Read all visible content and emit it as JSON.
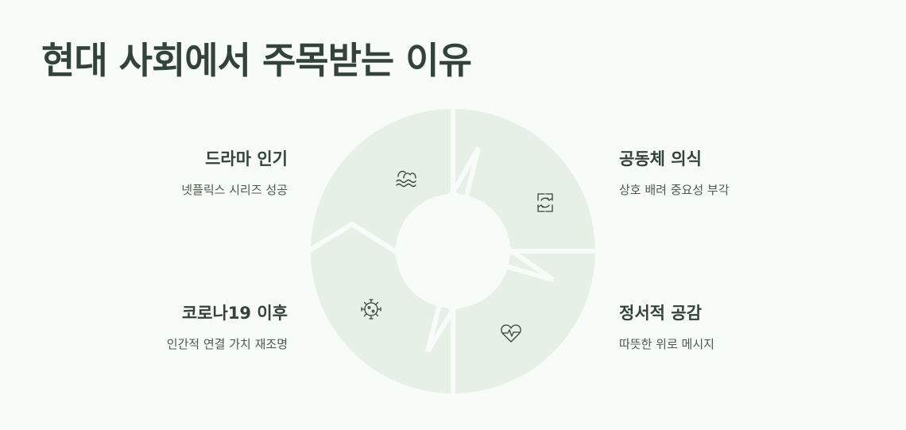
{
  "title": "현대 사회에서 주목받는 이유",
  "colors": {
    "background": "#f8fcf8",
    "segment_fill": "#e6f0e6",
    "text_dark": "#33423a",
    "icon": "#34433a"
  },
  "segments": [
    {
      "position": "top-left",
      "heading": "드라마 인기",
      "description": "넷플릭스 시리즈 성공",
      "icon": "waves-icon"
    },
    {
      "position": "top-right",
      "heading": "공동체 의식",
      "description": "상호 배려 중요성 부각",
      "icon": "refresh-arrows-icon"
    },
    {
      "position": "bottom-right",
      "heading": "정서적 공감",
      "description": "따뜻한 위로 메시지",
      "icon": "heart-pulse-icon"
    },
    {
      "position": "bottom-left",
      "heading": "코로나19 이후",
      "description": "인간적 연결 가치 재조명",
      "icon": "virus-icon"
    }
  ]
}
